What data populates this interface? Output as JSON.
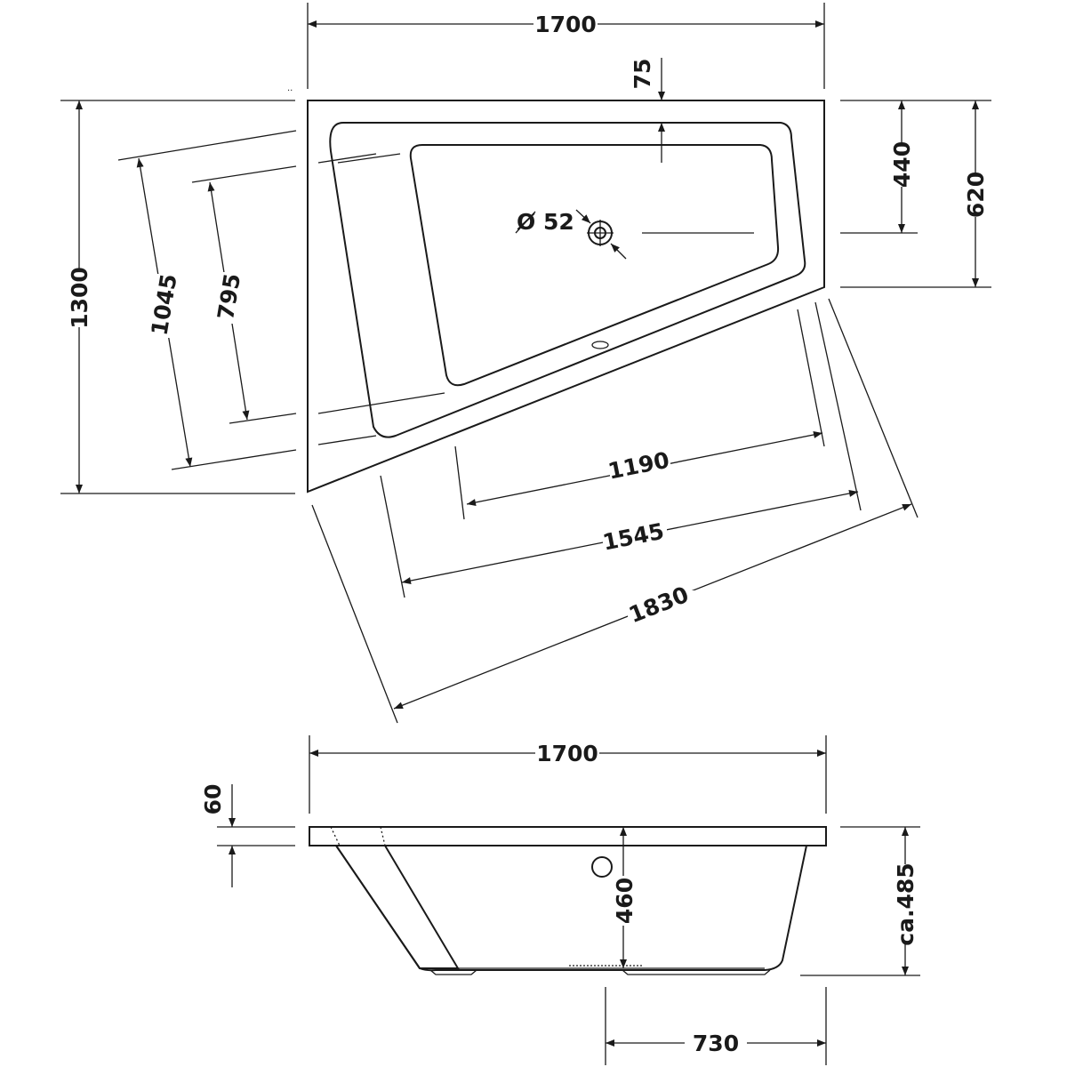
{
  "top_view": {
    "width_overall": "1700",
    "drain_offset": "75",
    "right_inner": "440",
    "right_outer": "620",
    "height_overall": "1300",
    "diag_outer": "1045",
    "diag_inner": "795",
    "drain_diameter": "Ø 52",
    "front_inner": "1190",
    "front_middle": "1545",
    "front_outer": "1830"
  },
  "side_view": {
    "width_overall": "1700",
    "rim_thickness": "60",
    "depth": "460",
    "height_total": "ca.485",
    "base_offset": "730"
  }
}
